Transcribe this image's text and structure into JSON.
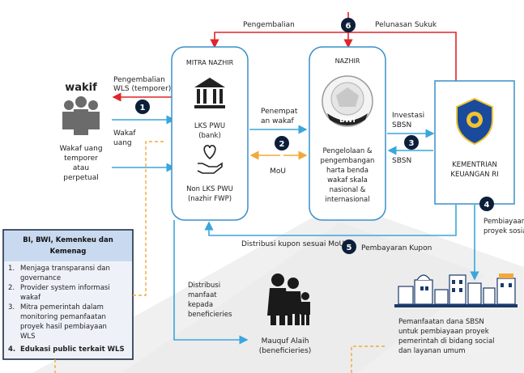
{
  "flow_top": {
    "step_label": "6",
    "return_label": "Pengembalian",
    "repayment_label": "Pelunasan Sukuk"
  },
  "wakif": {
    "title": "wakif",
    "desc": [
      "Wakaf uang",
      "temporer",
      "atau",
      "perpetual"
    ]
  },
  "step1": {
    "num": "1",
    "return_lines": [
      "Pengembalian",
      "WLS (temporer)"
    ],
    "cash_lines": [
      "Wakaf",
      "uang"
    ]
  },
  "mitra": {
    "title": "MITRA NAZHIR",
    "lks_lines": [
      "LKS PWU",
      "(bank)"
    ],
    "non_lks_lines": [
      "Non LKS PWU",
      "(nazhir FWP)"
    ]
  },
  "step2": {
    "num": "2",
    "placement_lines": [
      "Penempat",
      "an wakaf"
    ],
    "mou": "MoU"
  },
  "nazhir": {
    "title": "NAZHIR",
    "logo_text": "BWI",
    "desc": [
      "Pengelolaan &",
      "pengembangan",
      "harta benda",
      "wakaf skala",
      "nasional &",
      "internasional"
    ]
  },
  "step3": {
    "num": "3",
    "invest_lines": [
      "Investasi",
      "SBSN"
    ],
    "sbsn": "SBSN"
  },
  "kementrian": {
    "lines": [
      "KEMENTRIAN",
      "KEUANGAN RI"
    ]
  },
  "step4": {
    "num": "4",
    "lines": [
      "Pembiayaan",
      "proyek sosial"
    ]
  },
  "step5": {
    "num": "5",
    "distribution": "Distribusi kupon sesuai MoU",
    "payment": "Pembayaran Kupon"
  },
  "roles_box": {
    "title_lines": [
      "BI, BWI, Kemenkeu dan",
      "Kemenag"
    ],
    "items": [
      {
        "num": "1.",
        "lines": [
          "Menjaga transparansi dan",
          "governance"
        ],
        "bold": false
      },
      {
        "num": "2.",
        "lines": [
          "Provider system informasi",
          "wakaf"
        ],
        "bold": false
      },
      {
        "num": "3.",
        "lines": [
          "Mitra pemerintah dalam",
          "monitoring pemanfaatan",
          "proyek hasil pembiayaan",
          "WLS"
        ],
        "bold": false
      },
      {
        "num": "4.",
        "lines": [
          "Edukasi public terkait WLS"
        ],
        "bold": true
      }
    ]
  },
  "distribution": {
    "lines": [
      "Distribusi",
      "manfaat",
      "kepada",
      "beneficieries"
    ]
  },
  "mauquf": {
    "lines": [
      "Mauquf Alaih",
      "(beneficieries)"
    ]
  },
  "utilization": {
    "lines": [
      "Pemanfaatan dana SBSN",
      "untuk pembiayaan proyek",
      "pemerintah di bidang social",
      "dan layanan umum"
    ]
  },
  "colors": {
    "red": "#e0252b",
    "blue": "#3aa6dc",
    "orange": "#f2a93b",
    "navy": "#0c1f3a",
    "box_border": "#3a8fc9",
    "box_title_bg": "#c9d9f0",
    "box_bg": "#eef2f8",
    "icon_gray": "#6b6b6b"
  }
}
